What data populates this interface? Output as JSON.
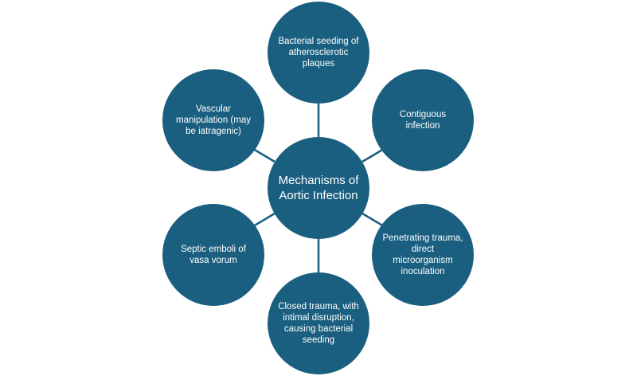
{
  "center": {
    "label": "Mechanisms of Aortic Infection"
  },
  "nodes": [
    {
      "label": "Bacterial seeding of atherosclerotic plaques"
    },
    {
      "label": "Contiguous infection"
    },
    {
      "label": "Penetrating trauma, direct microorganism inoculation"
    },
    {
      "label": "Closed trauma, with intimal disruption, causing bacterial seeding"
    },
    {
      "label": "Septic emboli of vasa vorum"
    },
    {
      "label": "Vascular manipulation (may be iatragenic)"
    }
  ],
  "colors": {
    "node": "#1a5f80",
    "connector": "#1a5f80",
    "text": "#ffffff"
  }
}
